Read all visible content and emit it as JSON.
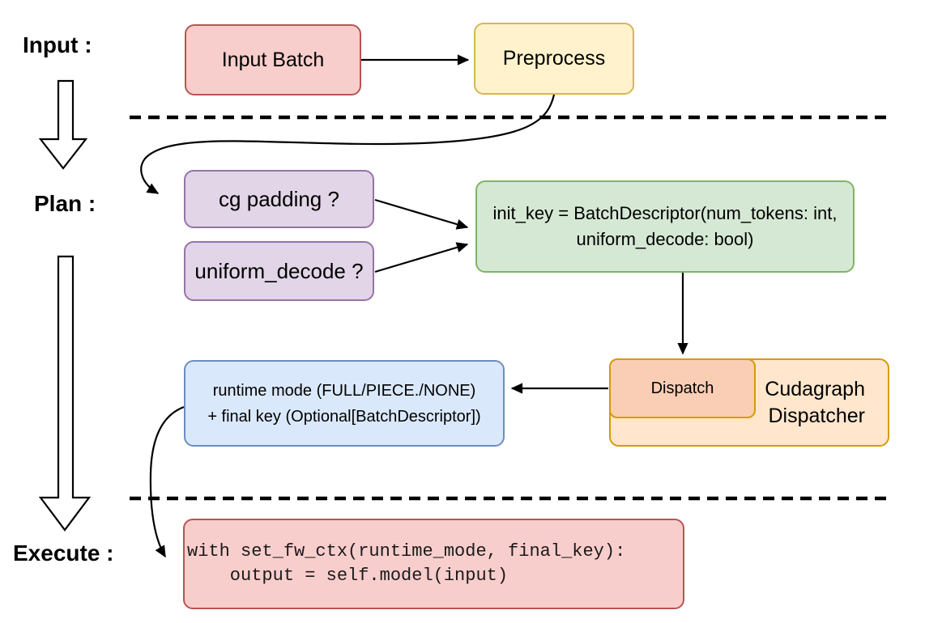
{
  "stages": {
    "input": "Input :",
    "plan": "Plan :",
    "execute": "Execute :"
  },
  "nodes": {
    "input_batch": {
      "label": "Input Batch",
      "fill": "#F8CECC",
      "stroke": "#B85450"
    },
    "preprocess": {
      "label": "Preprocess",
      "fill": "#FFF2CC",
      "stroke": "#D6B656"
    },
    "cg_padding": {
      "label": "cg padding ?",
      "fill": "#E1D5E7",
      "stroke": "#9673A6"
    },
    "uniform_decode": {
      "label": "uniform_decode ?",
      "fill": "#E1D5E7",
      "stroke": "#9673A6"
    },
    "init_key": {
      "line1": "init_key = BatchDescriptor(num_tokens: int,",
      "line2": "uniform_decode: bool)",
      "fill": "#D5E8D4",
      "stroke": "#82B366"
    },
    "dispatch": {
      "label": "Dispatch",
      "fill": "#FACDB5",
      "stroke": "#D79B00"
    },
    "cudagraph_dispatcher": {
      "line1": "Cudagraph",
      "line2": "Dispatcher",
      "fill": "#FFE6CC",
      "stroke": "#D79B00"
    },
    "runtime_mode": {
      "line1": "runtime mode (FULL/PIECE./NONE)",
      "line2": "+ final key (Optional[BatchDescriptor])",
      "fill": "#DAE8FC",
      "stroke": "#6C8EBF"
    },
    "execute_code": {
      "line1": "with set_fw_ctx(runtime_mode, final_key):",
      "line2": "    output = self.model(input)",
      "fill": "#F8CECC",
      "stroke": "#B85450"
    }
  },
  "connector_color": "#000000"
}
